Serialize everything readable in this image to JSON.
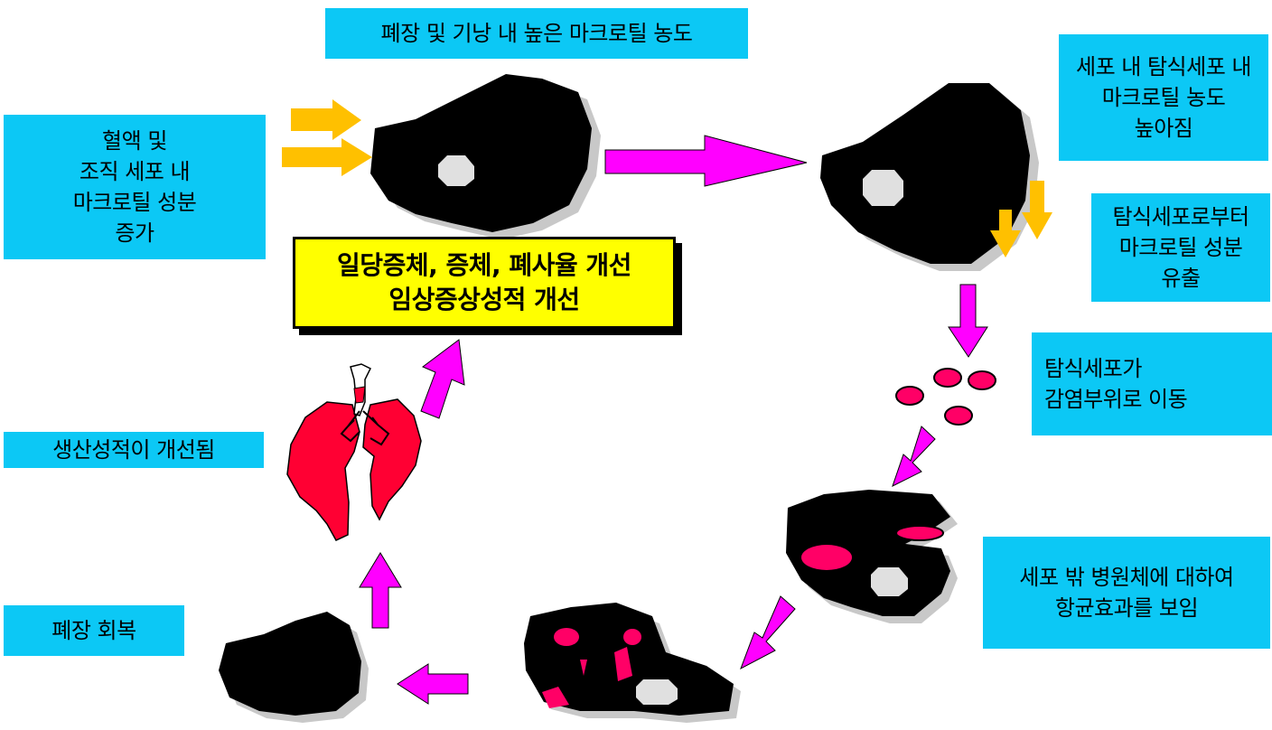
{
  "labels": {
    "top": "폐장 및 기낭 내 높은 마크로틸 농도",
    "blood": "혈액 및\n조직 세포 내\n마크로틸 성분\n증가",
    "phagocyte_conc": "세포 내 탐식세포 내\n마크로틸 농도\n높아짐",
    "release": "탐식세포로부터\n마크로틸 성분\n유출",
    "migrate": "탐식세포가\n감염부위로 이동",
    "antibacterial": "세포 밖 병원체에 대하여\n항균효과를 보임",
    "productivity": "생산성적이 개선됨",
    "lung_recovery": "폐장 회복",
    "result": "일당증체, 증체, 폐사율 개선\n임상증상성적 개선"
  },
  "colors": {
    "label_box": "#0cc8f5",
    "result_box": "#ffff00",
    "cell": "#000000",
    "shadow": "#c8c8c8",
    "arrow_main": "#ff00ff",
    "arrow_drug": "#ffc000",
    "particle": "#ff0066",
    "lung": "#ff0033",
    "nucleus": "#e0e0e0"
  }
}
